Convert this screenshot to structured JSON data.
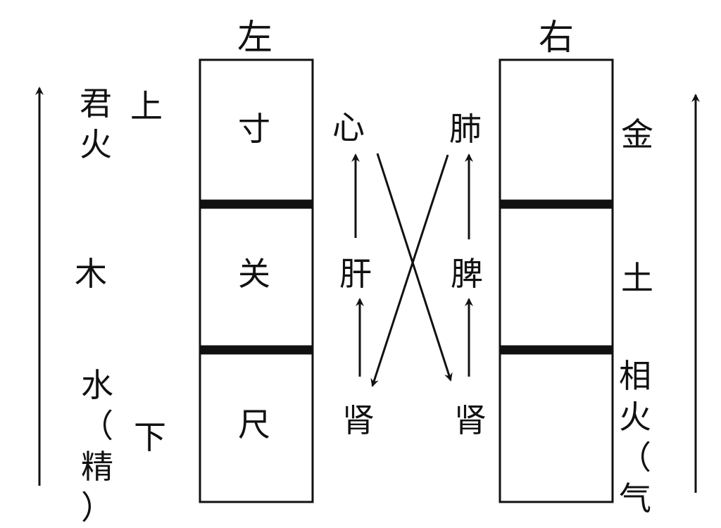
{
  "headers": {
    "left": "左",
    "right": "右"
  },
  "left_pulse_positions": [
    "寸",
    "关",
    "尺"
  ],
  "left_side": {
    "top_element": [
      "君",
      "火"
    ],
    "top_marker": "上",
    "middle_element": "木",
    "bottom_element": [
      "水",
      "（",
      "精",
      "）"
    ],
    "bottom_marker": "下"
  },
  "middle_organs": {
    "left_column": [
      "心",
      "肝",
      "肾"
    ],
    "right_column": [
      "肺",
      "脾",
      "肾"
    ]
  },
  "right_side": {
    "top_element": "金",
    "middle_element": "土",
    "bottom_element": [
      "相",
      "火",
      "（",
      "气"
    ]
  },
  "colors": {
    "ink": "#111111",
    "background": "#ffffff"
  }
}
